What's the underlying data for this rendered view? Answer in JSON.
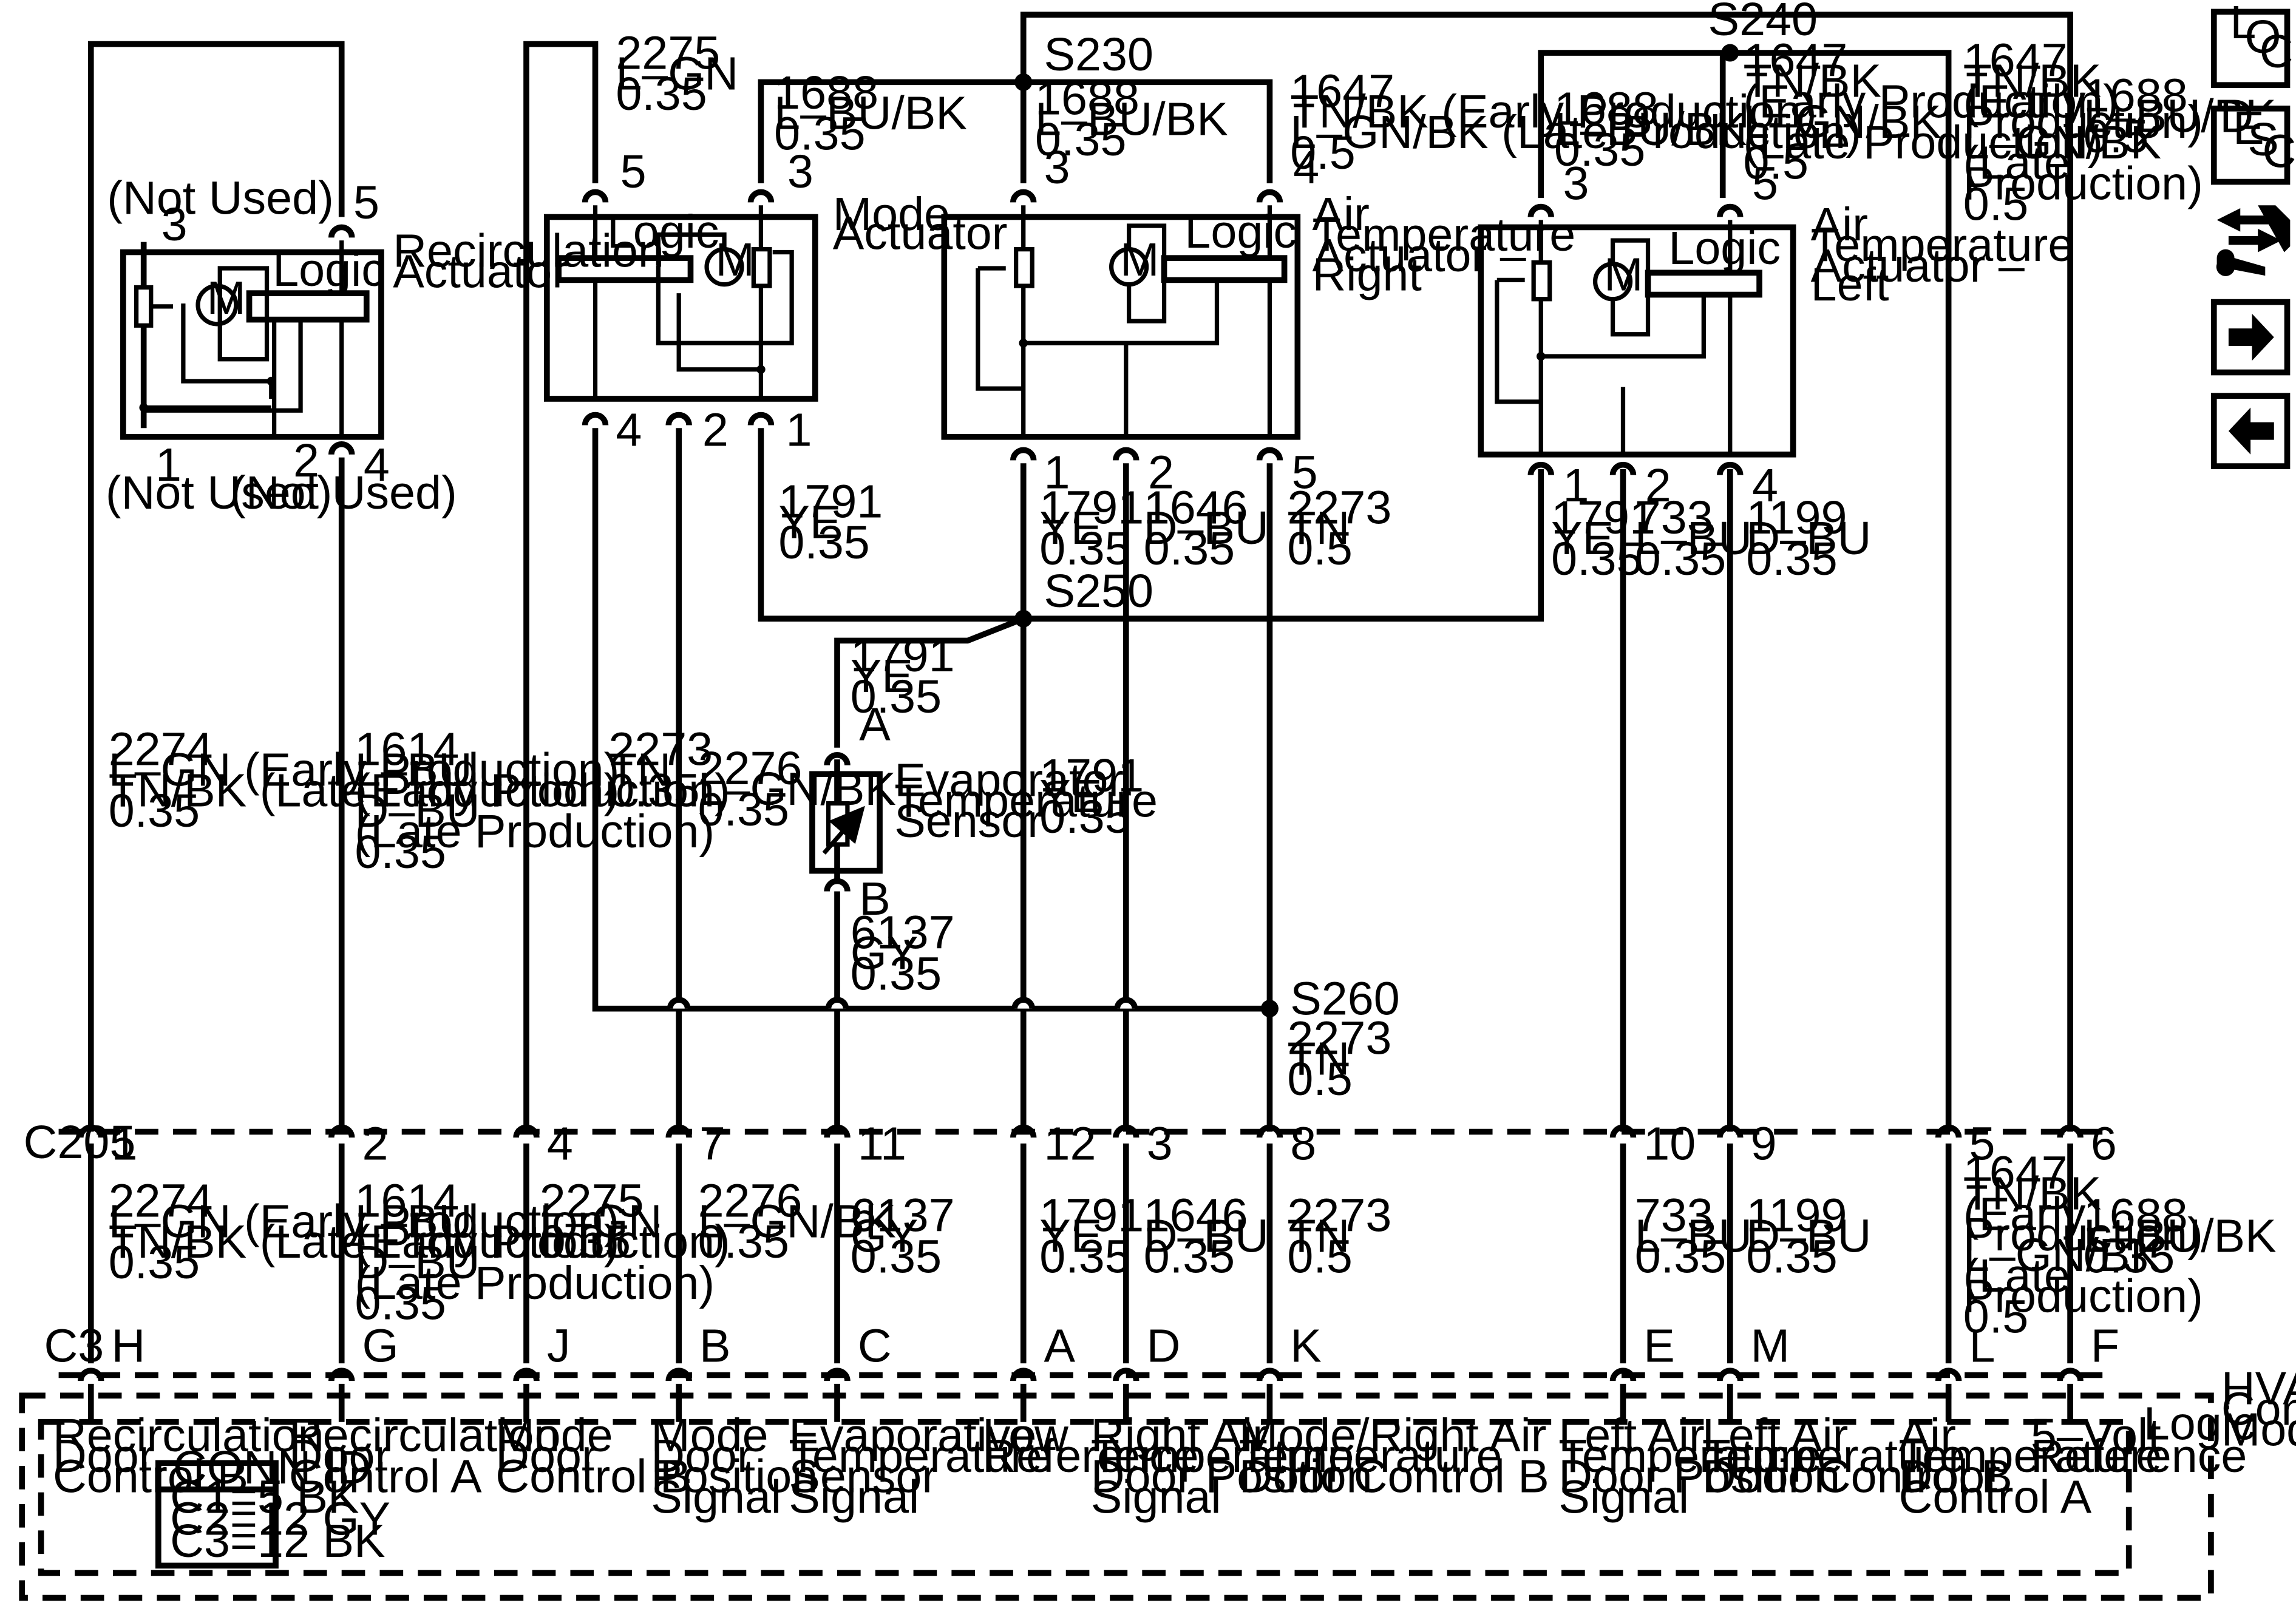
{
  "splices": {
    "s230": "S230",
    "s240": "S240",
    "s250": "S250",
    "s260": "S260"
  },
  "recirc": {
    "name": [
      "Recirculation",
      "Actuator"
    ],
    "logic": "Logic",
    "motor": "M",
    "not_used": "(Not Used)",
    "pins": {
      "p3": "3",
      "p5": "5",
      "p1": "1",
      "p2": "2",
      "p4": "4"
    }
  },
  "mode_act": {
    "name": [
      "Mode",
      "Actuator"
    ],
    "logic": "Logic",
    "motor": "M",
    "pins": {
      "p5": "5",
      "p3": "3",
      "p4": "4",
      "p2": "2",
      "p1": "1"
    }
  },
  "right_act": {
    "name": [
      "Air",
      "Temperature",
      "Actuator –",
      "Right"
    ],
    "logic": "Logic",
    "motor": "M",
    "pins": {
      "p3": "3",
      "p4": "4",
      "p1": "1",
      "p2": "2",
      "p5": "5"
    }
  },
  "left_act": {
    "name": [
      "Air",
      "Temperature",
      "Actuator –",
      "Left"
    ],
    "logic": "Logic",
    "motor": "M",
    "pins": {
      "p3": "3",
      "p5": "5",
      "p1": "1",
      "p2": "2",
      "p4": "4"
    }
  },
  "evap": {
    "name": [
      "Evaporator",
      "Temperature",
      "Sensor"
    ],
    "pinA": "A",
    "pinB": "B"
  },
  "upper_wires": {
    "w2275": [
      "2275",
      "L–GN",
      "0.35"
    ],
    "w1688_mode": [
      "1688",
      "L–BU/BK",
      "0.35"
    ],
    "w1688_right": [
      "1688",
      "L–BU/BK",
      "0.35"
    ],
    "w1647_right": [
      "1647",
      "TN/BK (Early Production)",
      "L–GN/BK (Late Production)",
      "0.5"
    ],
    "w1688_left": [
      "1688",
      "L–BU/BK",
      "0.35"
    ],
    "w1647_left": [
      "1647",
      "TN/BK",
      "(Early Production)",
      "L–GN/BK",
      "(Late Production)",
      "0.5"
    ],
    "w1647_far": [
      "1647",
      "TN/BK",
      "(Early",
      "Production)",
      "L–GN/BK",
      "(Late",
      "Production)",
      "0.5"
    ],
    "w1688_far": [
      "1688",
      "L–BU/BK",
      "0.5"
    ],
    "w1791_mode": [
      "1791",
      "YE",
      "0.35"
    ],
    "w1791_right": [
      "1791",
      "YE",
      "0.35"
    ],
    "w1646": [
      "1646",
      "D–BU",
      "0.35"
    ],
    "w2273_right": [
      "2273",
      "TN",
      "0.5"
    ],
    "w1791_left": [
      "1791",
      "YE",
      "0.35"
    ],
    "w733": [
      "733",
      "L–BU",
      "0.35"
    ],
    "w1199": [
      "1199",
      "D–BU",
      "0.35"
    ],
    "w1791_evap": [
      "1791",
      "YE",
      "0.35"
    ],
    "w2274": [
      "2274",
      "L–GN (Early Production)",
      "TN/BK (Late Production)",
      "0.35"
    ],
    "w1614": [
      "1614",
      "L–BU",
      "(Early Production)",
      "D–BU",
      "(Late Production)",
      "0.35"
    ],
    "w2273_mode": [
      "2273",
      "TN",
      "0.35"
    ],
    "w2276": [
      "2276",
      "L–GN/BK",
      "0.35"
    ],
    "w1791_mid": [
      "1791",
      "YE",
      "0.35"
    ],
    "w6137": [
      "6137",
      "GY",
      "0.35"
    ],
    "w2273_s260": [
      "2273",
      "TN",
      "0.5"
    ]
  },
  "c205": {
    "name": "C205",
    "pins": [
      "1",
      "2",
      "4",
      "7",
      "11",
      "12",
      "3",
      "8",
      "10",
      "9",
      "5",
      "6"
    ]
  },
  "lower_wires": {
    "l2274": [
      "2274",
      "L–GN (Early Production)",
      "TN/BK (Late Production)",
      "0.35"
    ],
    "l1614": [
      "1614",
      "L–BU",
      "(Early Production)",
      "D–BU",
      "(Late Production)",
      "0.35"
    ],
    "l2275": [
      "2275",
      "L–GN",
      "0.35"
    ],
    "l2276": [
      "2276",
      "L–GN/BK",
      "0.35"
    ],
    "l6137": [
      "6137",
      "GY",
      "0.35"
    ],
    "l1791": [
      "1791",
      "YE",
      "0.35"
    ],
    "l1646": [
      "1646",
      "D–BU",
      "0.35"
    ],
    "l2273": [
      "2273",
      "TN",
      "0.5"
    ],
    "l733": [
      "733",
      "L–BU",
      "0.35"
    ],
    "l1199": [
      "1199",
      "D–BU",
      "0.35"
    ],
    "l1647": [
      "1647",
      "TN/BK",
      "(Early",
      "Production)",
      "L–GN/BK",
      "(Late",
      "Production)",
      "0.5"
    ],
    "l1688": [
      "1688",
      "L–BU/BK",
      "0.35"
    ]
  },
  "c3": {
    "name": "C3",
    "pins": [
      "H",
      "G",
      "J",
      "B",
      "C",
      "A",
      "D",
      "K",
      "E",
      "M",
      "L",
      "F"
    ]
  },
  "module": {
    "name": [
      "HVAC",
      "Control",
      "Module"
    ],
    "logic": "Logic",
    "signals": [
      [
        "Recirculation",
        "Door",
        "Control B"
      ],
      [
        "Recirculation",
        "Door",
        "Control A"
      ],
      [
        "Mode",
        "Door",
        "Control B"
      ],
      [
        "Mode",
        "Door",
        "Position",
        "Signal"
      ],
      [
        "Evaporative",
        "Temperature",
        "Sensor",
        "Signal"
      ],
      [
        "Low",
        "Reference"
      ],
      [
        "Right Air",
        "Temperature",
        "Door Position",
        "Signal"
      ],
      [
        "Mode/Right Air",
        "Temperature",
        "Door Control B"
      ],
      [
        "Left Air",
        "Temperature",
        "Door Position",
        "Signal"
      ],
      [
        "Left Air",
        "Temperature",
        "Door Control B"
      ],
      [
        "Air",
        "Temperature",
        "Door",
        "Control A"
      ],
      [
        "5–Volt",
        "Reference"
      ]
    ]
  },
  "conn_id": {
    "title": "CONN ID",
    "rows": [
      "C1=5 BK",
      "C2=12 GY",
      "C3=12 BK"
    ]
  },
  "nav": {
    "loc": [
      "L",
      "O",
      "C"
    ],
    "desc": [
      "D",
      "E",
      "S",
      "C"
    ]
  }
}
